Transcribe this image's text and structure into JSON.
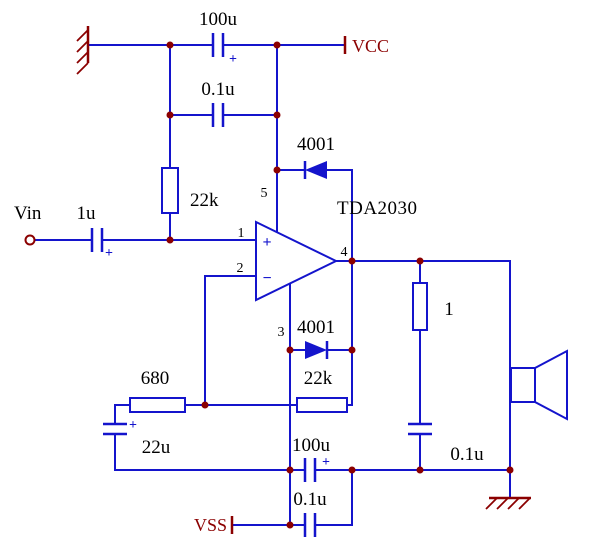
{
  "colors": {
    "wire": "#1414cc",
    "junction": "#8b0000",
    "terminal": "#8b0000",
    "text": "#000000",
    "background": "#ffffff"
  },
  "input": {
    "port_label": "Vin"
  },
  "power": {
    "vcc_label": "VCC",
    "vss_label": "VSS"
  },
  "ic": {
    "label": "TDA2030",
    "pin_noninv": "1",
    "pin_inv": "2",
    "pin_vss": "3",
    "pin_out": "4",
    "pin_vcc": "5",
    "noninv_sign": "+",
    "inv_sign": "−"
  },
  "components": {
    "cap_100u_top": {
      "value": "100u",
      "plus": "+"
    },
    "cap_01u_top": {
      "value": "0.1u"
    },
    "res_22k_bias": {
      "value": "22k"
    },
    "cap_1u_input": {
      "value": "1u",
      "plus": "+"
    },
    "diode_top": {
      "value": "4001"
    },
    "diode_bottom": {
      "value": "4001"
    },
    "res_680": {
      "value": "680"
    },
    "res_22k_feedback": {
      "value": "22k"
    },
    "cap_22u": {
      "value": "22u",
      "plus": "+"
    },
    "res_1_zobel": {
      "value": "1"
    },
    "cap_01u_zobel": {
      "value": "0.1u"
    },
    "cap_100u_bottom": {
      "value": "100u",
      "plus": "+"
    },
    "cap_01u_bottom": {
      "value": "0.1u"
    }
  }
}
